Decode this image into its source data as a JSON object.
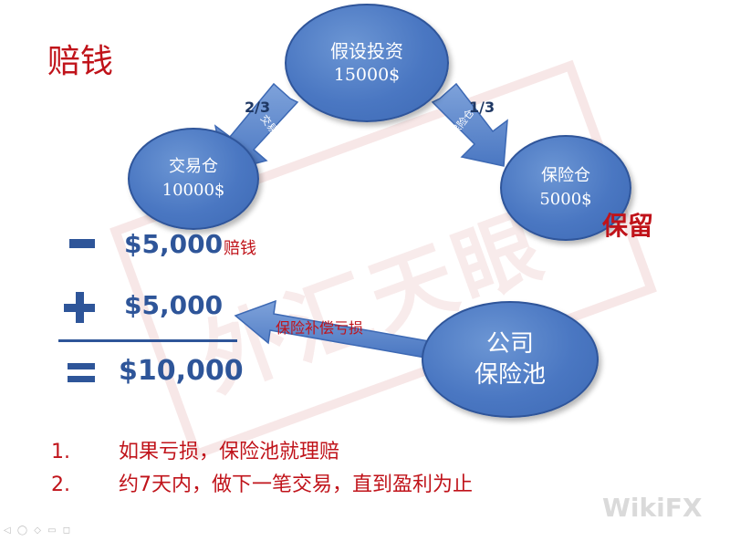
{
  "title": "赔钱",
  "nodes": {
    "invest": {
      "line1": "假设投资",
      "line2": "15000$"
    },
    "trade": {
      "line1": "交易仓",
      "line2": "10000$"
    },
    "insurance": {
      "line1": "保险仓",
      "line2": "5000$"
    },
    "company": {
      "line1": "公司",
      "line2": "保险池"
    }
  },
  "arrows": {
    "left": {
      "ratio": "2/3",
      "label": "交易"
    },
    "right": {
      "ratio": "1/3",
      "label": "保险仓"
    },
    "company": {
      "label": "保险补偿亏损"
    }
  },
  "keep_label": "保留",
  "calc": {
    "row1_amount": "$5,000",
    "row1_label": "赔钱",
    "row2_amount": "$5,000",
    "total": "$10,000"
  },
  "notes": [
    {
      "num": "1.",
      "text": "如果亏损，保险池就理赔"
    },
    {
      "num": "2.",
      "text": "约7天内，做下一笔交易，直到盈利为止"
    }
  ],
  "watermark": {
    "stamp_text": "外汇天眼",
    "logo": "WikiFX"
  },
  "colors": {
    "accent_red": "#c0131a",
    "node_blue": "#4a77c2",
    "text_blue": "#2e5599"
  }
}
